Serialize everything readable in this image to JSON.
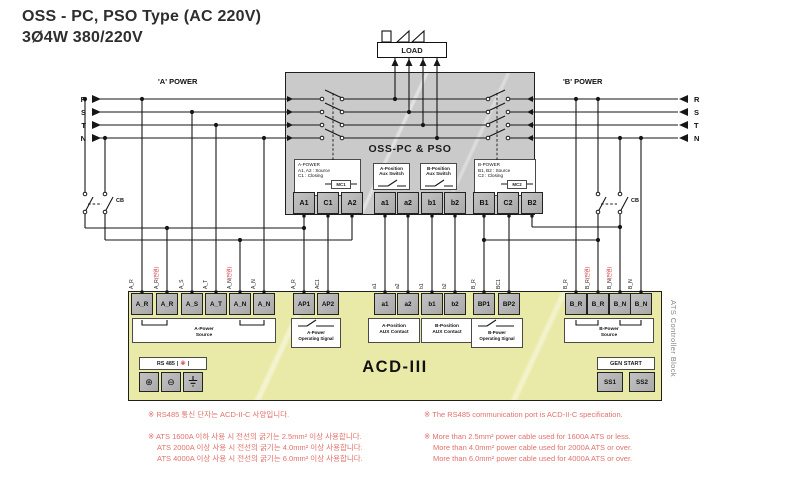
{
  "title": {
    "line1": "OSS - PC, PSO Type (AC 220V)",
    "line2": "3Ø4W 380/220V"
  },
  "load_label": "LOAD",
  "source_labels": {
    "a": "'A' POWER",
    "b": "'B' POWER"
  },
  "phases": [
    "R",
    "S",
    "T",
    "N"
  ],
  "breaker": "CB",
  "oss": {
    "title": "OSS-PC & PSO",
    "info_a": [
      "A-POWER",
      "A1, A2 : Source",
      "C1 : Closing"
    ],
    "coil_a": "MC1",
    "auxbox_a": [
      "A-Position",
      "Aux Switch"
    ],
    "auxbox_b": [
      "B-Position",
      "Aux Switch"
    ],
    "info_b": [
      "B-POWER",
      "B1, B2 : Source",
      "C2 : Closing"
    ],
    "coil_b": "MC2",
    "terminals": [
      "A1",
      "C1",
      "A2",
      "a1",
      "a2",
      "b1",
      "b2",
      "B1",
      "C2",
      "B2"
    ]
  },
  "wires": {
    "a1": "A_R",
    "a2": "A_R",
    "a2r": "(전원)",
    "a3": "A_S",
    "a4": "A_T",
    "a5": "A_N",
    "a5r": "(전원)",
    "a6": "A_N",
    "ap1": "A_R",
    "ap2": "AC1",
    "x1": "a1",
    "x2": "a2",
    "x3": "b1",
    "x4": "b2",
    "bp1": "B_R",
    "bp2": "BC1",
    "b1": "B_R",
    "b2": "B_R",
    "b2r": "(전원)",
    "b3": "B_N",
    "b3r": "(전원)",
    "b4": "B_N"
  },
  "acd": {
    "title": "ACD-III",
    "side_label": "ATS Controller Block",
    "a": [
      "A_R",
      "A_R",
      "A_S",
      "A_T",
      "A_N",
      "A_N"
    ],
    "ap": [
      "AP1",
      "AP2"
    ],
    "aux": [
      "a1",
      "a2",
      "b1",
      "b2"
    ],
    "bp": [
      "BP1",
      "BP2"
    ],
    "b": [
      "B_R",
      "B_R",
      "B_N",
      "B_N"
    ],
    "cap_a": [
      "A-Power",
      "Source"
    ],
    "cap_ap": [
      "A-Power",
      "Operating Signal"
    ],
    "cap_auxa": [
      "A-Position",
      "AUX Contact"
    ],
    "cap_auxb": [
      "B-Position",
      "AUX Contact"
    ],
    "cap_bp": [
      "B-Power",
      "Operating Signal"
    ],
    "cap_b": [
      "B-Power",
      "Source"
    ],
    "rs485": {
      "label": "RS 485",
      "sep": "|",
      "mark": "※",
      "plus": "⊕",
      "minus": "⊖"
    },
    "gen": {
      "label": "GEN START",
      "ss": [
        "SS1",
        "SS2"
      ]
    }
  },
  "notes": {
    "kr1": "※ RS485 통신 단자는 ACD-II-C 사양입니다.",
    "kr2": "※ ATS 1600A 이하 사용 시 전선의 굵기는 2.5mm² 이상 사용합니다.",
    "kr3": "ATS 2000A 이상 사용 시 전선의 굵기는 4.0mm² 이상 사용합니다.",
    "kr4": "ATS 4000A 이상 사용 시 전선의 굵기는 6.0mm² 이상 사용합니다.",
    "en1": "※ The RS485 communication port is ACD-II-C specification.",
    "en2": "※ More than 2.5mm² power cable used for 1600A ATS or less.",
    "en3": "More than 4.0mm² power cable used for 2000A ATS or over.",
    "en4": "More than 6.0mm² power cable used for 4000A ATS or over."
  },
  "colors": {
    "controller_block": "#eaeaa8",
    "switch_box": "#cacaca",
    "terminal": "#b5b5b5",
    "note_red": "#e2726c",
    "label_red": "#cc2222"
  }
}
